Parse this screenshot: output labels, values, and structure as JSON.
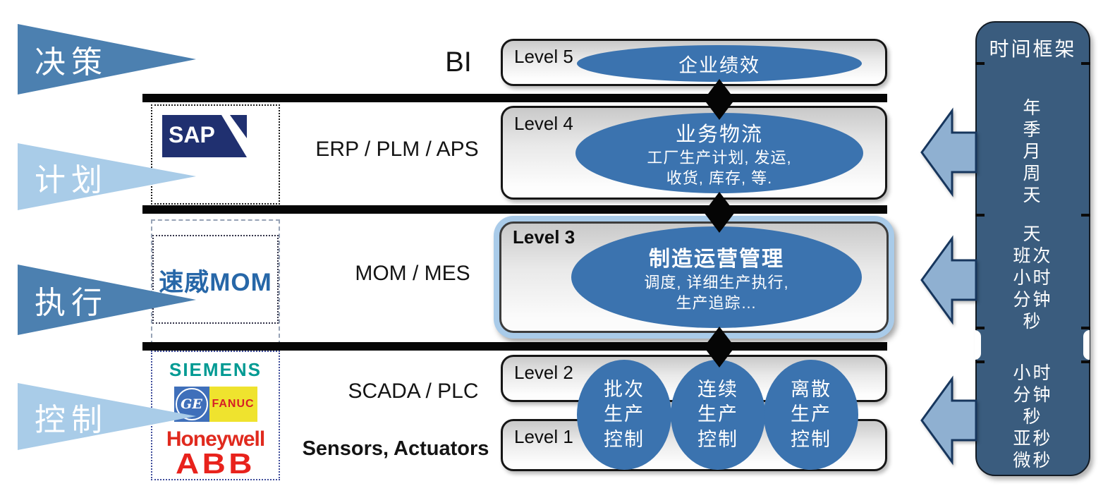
{
  "left_flow": {
    "items": [
      {
        "label": "决策",
        "tone": "dark"
      },
      {
        "label": "计划",
        "tone": "light"
      },
      {
        "label": "执行",
        "tone": "dark"
      },
      {
        "label": "控制",
        "tone": "light"
      }
    ]
  },
  "system_labels": {
    "bi": "BI",
    "erp": "ERP / PLM / APS",
    "mom": "MOM / MES",
    "scada": "SCADA / PLC",
    "sensors": "Sensors, Actuators"
  },
  "vendors": {
    "sap": "SAP",
    "mom": "速威MOM",
    "siemens": "SIEMENS",
    "ge": "GE",
    "fanuc": "FANUC",
    "honeywell": "Honeywell",
    "abb": "ABB"
  },
  "levels": {
    "level5": {
      "label": "Level 5",
      "ellipse_title": "企业绩效"
    },
    "level4": {
      "label": "Level 4",
      "ellipse_title": "业务物流",
      "lines": [
        "工厂生产计划, 发运,",
        "收货, 库存, 等."
      ]
    },
    "level3": {
      "label": "Level 3",
      "ellipse_title": "制造运营管理",
      "lines": [
        "调度, 详细生产执行,",
        "生产追踪…"
      ]
    },
    "level2": {
      "label": "Level 2"
    },
    "level1": {
      "label": "Level 1"
    }
  },
  "control_circles": [
    [
      "批次",
      "生产",
      "控制"
    ],
    [
      "连续",
      "生产",
      "控制"
    ],
    [
      "离散",
      "生产",
      "控制"
    ]
  ],
  "timeframe": {
    "title": "时间框架",
    "groups": [
      [
        "年",
        "季",
        "月",
        "周",
        "天"
      ],
      [
        "天",
        "班次",
        "小时",
        "分钟",
        "秒"
      ],
      [
        "小时",
        "分钟",
        "秒",
        "亚秒",
        "微秒"
      ]
    ]
  },
  "colors": {
    "ellipse_blue": "#3B73AF",
    "panel_blue": "#3A5C7E",
    "triangle_dark": "#4C80B0",
    "triangle_light": "#A9CCE8",
    "level3_highlight": "#A9CBE9",
    "arrow_fill": "#8FB0D1",
    "arrow_stroke": "#17365D",
    "sap_navy": "#203070",
    "mom_blue": "#2767A8",
    "siemens_teal": "#009A93",
    "ge_blue": "#3F6FBA",
    "fanuc_yellow": "#EFE32E",
    "fanuc_red": "#D61F26",
    "honeywell_red": "#E02A1E",
    "abb_red": "#E8221C"
  }
}
